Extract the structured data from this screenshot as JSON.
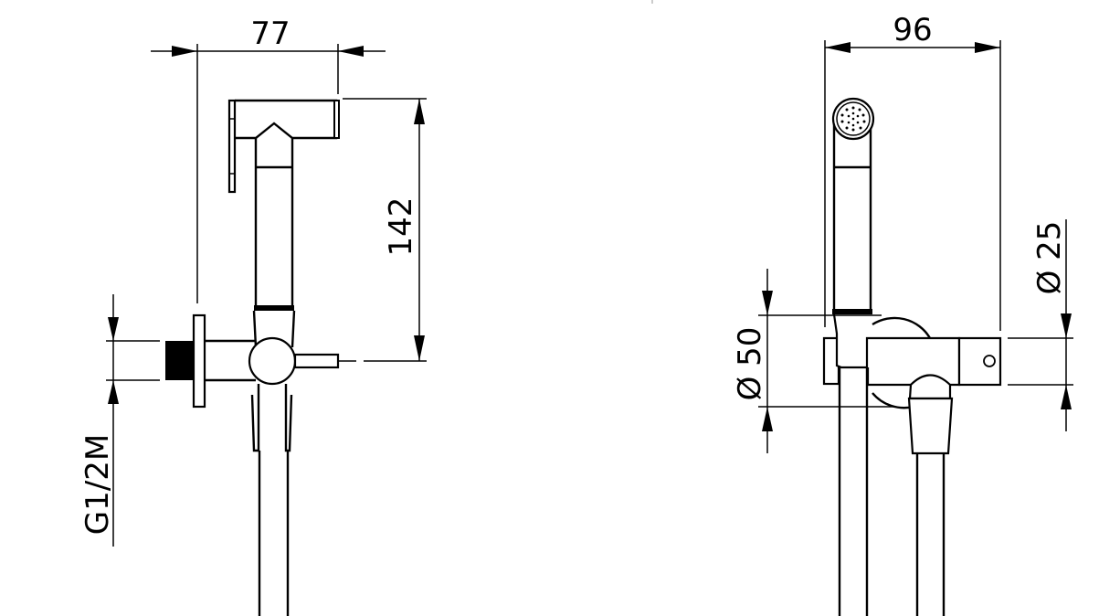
{
  "drawing": {
    "type": "technical-drawing",
    "subject": "bidet shower set with valve — dimensioned views",
    "views": [
      {
        "name": "side-view",
        "dimensions": {
          "width": "77",
          "height": "142",
          "thread": "G1/2M"
        }
      },
      {
        "name": "front-view",
        "dimensions": {
          "width": "96",
          "diameter_flange": "Ø 50",
          "diameter_valve": "Ø 25"
        }
      }
    ]
  },
  "labels": {
    "side_width": "77",
    "side_height": "142",
    "side_thread": "G1/2M",
    "front_width": "96",
    "front_flange_value": "50",
    "front_valve_value": "25",
    "diameter_symbol": "Ø"
  },
  "colors": {
    "line": "#000000",
    "background": "#ffffff"
  }
}
